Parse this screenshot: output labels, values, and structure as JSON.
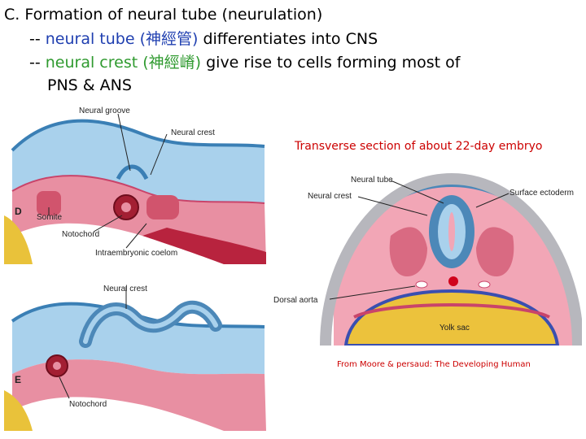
{
  "title": {
    "line1": "C. Formation of neural tube (neurulation)",
    "line2_prefix": "-- ",
    "line2_term": "neural tube (神經管)",
    "line2_rest": " differentiates into CNS",
    "line3_prefix": "-- ",
    "line3_term": "neural crest (神經嵴)",
    "line3_rest": " give rise to cells forming most of",
    "line4": "PNS & ANS"
  },
  "figure_left": {
    "panel_d": "D",
    "panel_e": "E",
    "labels": {
      "neural_groove": "Neural groove",
      "neural_crest_top": "Neural crest",
      "somite": "Somite",
      "notochord_top": "Notochord",
      "intraembryonic_coelom": "Intraembryonic coelom",
      "neural_crest_bottom": "Neural crest",
      "notochord_bottom": "Notochord"
    }
  },
  "figure_right": {
    "caption": "Transverse section of about 22-day embryo",
    "labels": {
      "neural_tube": "Neural tube",
      "neural_crest": "Neural crest",
      "surface_ectoderm": "Surface ectoderm",
      "dorsal_aorta": "Dorsal aorta",
      "yolk_sac": "Yolk sac"
    },
    "credit": "From Moore & persaud: The Developing Human"
  }
}
